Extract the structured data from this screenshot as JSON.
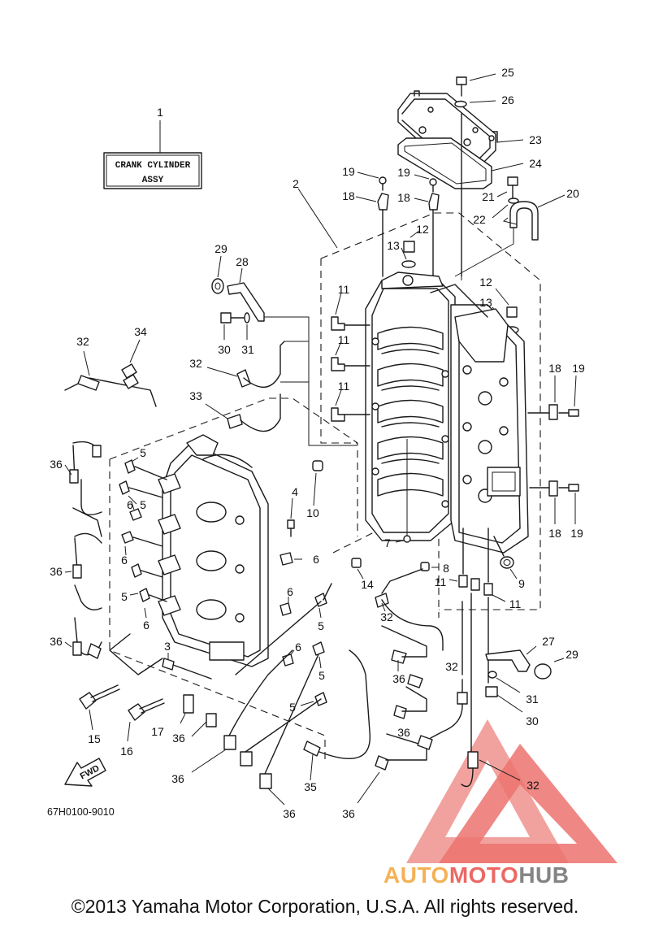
{
  "diagram": {
    "assembly_label": [
      "CRANK CYLINDER",
      "ASSY"
    ],
    "part_code": "67H0100-9010",
    "fwd_label": "FWD",
    "callouts": [
      "1",
      "2",
      "3",
      "4",
      "5",
      "5",
      "5",
      "5",
      "5",
      "5",
      "5",
      "6",
      "6",
      "6",
      "6",
      "6",
      "6",
      "7",
      "8",
      "9",
      "10",
      "11",
      "11",
      "11",
      "11",
      "11",
      "12",
      "12",
      "13",
      "13",
      "14",
      "15",
      "16",
      "17",
      "18",
      "18",
      "18",
      "18",
      "19",
      "19",
      "19",
      "19",
      "20",
      "21",
      "22",
      "23",
      "24",
      "25",
      "26",
      "27",
      "28",
      "29",
      "29",
      "30",
      "30",
      "31",
      "31",
      "32",
      "32",
      "32",
      "32",
      "32",
      "33",
      "34",
      "35",
      "36",
      "36",
      "36",
      "36",
      "36",
      "36",
      "36",
      "36",
      "36",
      "36"
    ]
  },
  "footer": {
    "copyright": "©2013 Yamaha Motor Corporation, U.S.A. All rights reserved."
  },
  "watermark": {
    "brand": "AUTOMOTOHUB",
    "colors": {
      "triangle": "#e8504a",
      "auto": "#f3a53a",
      "moto": "#e8504a",
      "hub": "#6f6f6f"
    }
  }
}
